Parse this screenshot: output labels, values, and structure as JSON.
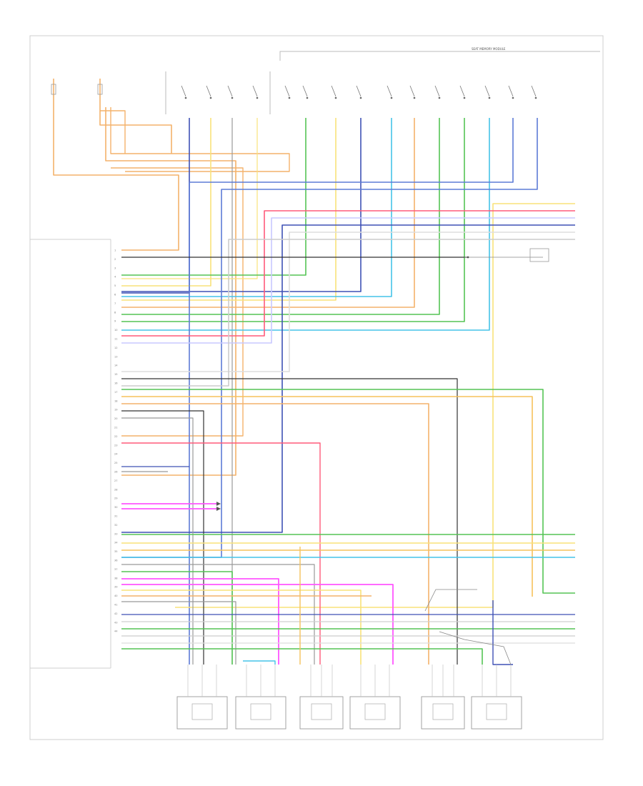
{
  "diagram": {
    "header_label": "SEAT MEMORY MODULE",
    "page_ref": "",
    "module_label": [
      "",
      ""
    ],
    "top_left_labels": [
      "",
      "",
      "",
      "",
      "",
      ""
    ],
    "top_switch_labels": [
      "",
      "",
      "",
      "",
      "",
      "",
      "",
      ""
    ],
    "module_pins": [
      {
        "label": "",
        "num": "1",
        "color": "#f4b26b"
      },
      {
        "label": "",
        "num": "2",
        "color": "#333333"
      },
      {
        "label": "",
        "num": "3",
        "color": "#4caf50"
      },
      {
        "label": "",
        "num": "4",
        "color": "#e7d36b"
      },
      {
        "label": "",
        "num": "5",
        "color": "#f0a24c"
      },
      {
        "label": "",
        "num": "6",
        "color": "#3f51b5"
      },
      {
        "label": "",
        "num": "7",
        "color": "#45c3e8"
      },
      {
        "label": "",
        "num": "8",
        "color": "#e0c060"
      },
      {
        "label": "",
        "num": "9",
        "color": "#55c455"
      },
      {
        "label": "",
        "num": "10",
        "color": "#aee04f"
      },
      {
        "label": "",
        "num": "11",
        "color": "#45c3e8"
      },
      {
        "label": "",
        "num": "12",
        "color": "#bbbbbb"
      },
      {
        "label": "",
        "num": "13",
        "color": "#f9e27a"
      },
      {
        "label": "",
        "num": "14",
        "color": "#bbbbbb"
      },
      {
        "label": "",
        "num": "15",
        "color": "#d0d0d0"
      },
      {
        "label": "",
        "num": "16",
        "color": "#999999"
      },
      {
        "label": "",
        "num": "17",
        "color": "#bbbbbb"
      },
      {
        "label": "",
        "num": "18",
        "color": "#c0c0c0"
      },
      {
        "label": "",
        "num": "19",
        "color": "#333333"
      },
      {
        "label": "",
        "num": "20",
        "color": "#4caf50"
      },
      {
        "label": "",
        "num": "21",
        "color": "#f6d27a"
      },
      {
        "label": "",
        "num": "22",
        "color": "#f4b26b"
      },
      {
        "label": "",
        "num": "23",
        "color": "#f4b26b"
      },
      {
        "label": "",
        "num": "24",
        "color": "#bbbbbb"
      },
      {
        "label": "",
        "num": "25",
        "color": "#f7a8a8"
      },
      {
        "label": "",
        "num": "26",
        "color": "#bbbbbb"
      },
      {
        "label": "",
        "num": "27",
        "color": "#3f51b5"
      },
      {
        "label": "",
        "num": "28",
        "color": "#f4b26b"
      },
      {
        "label": "",
        "num": "29",
        "color": "#ff55ff"
      },
      {
        "label": "",
        "num": "30",
        "color": "#ff55ff"
      },
      {
        "label": "",
        "num": "31",
        "color": "#55c455"
      },
      {
        "label": "",
        "num": "32",
        "color": "#3f51b5"
      },
      {
        "label": "",
        "num": "33",
        "color": "#f7a8a8"
      },
      {
        "label": "",
        "num": "34",
        "color": "#55c455"
      },
      {
        "label": "",
        "num": "35",
        "color": "#45c3e8"
      },
      {
        "label": "",
        "num": "36",
        "color": "#ff55ff"
      },
      {
        "label": "",
        "num": "37",
        "color": "#f9e27a"
      },
      {
        "label": "",
        "num": "38",
        "color": "#f4b26b"
      },
      {
        "label": "",
        "num": "39",
        "color": "#bbbbbb"
      },
      {
        "label": "",
        "num": "40",
        "color": "#3f51b5"
      },
      {
        "label": "",
        "num": "41",
        "color": "#f9e27a"
      },
      {
        "label": "",
        "num": "42",
        "color": "#55c455"
      },
      {
        "label": "",
        "num": "43",
        "color": "#55c455"
      },
      {
        "label": "",
        "num": "44",
        "color": "#45c3e8"
      }
    ],
    "right_labels_top": [
      "",
      "",
      "",
      "",
      "",
      ""
    ],
    "right_labels_mid": [
      "",
      "",
      "",
      ""
    ],
    "right_labels_low": [
      "",
      "",
      "",
      "",
      "",
      "",
      "",
      "",
      ""
    ],
    "bottom_components": [
      {
        "name": "",
        "sub": ""
      },
      {
        "name": "",
        "sub": ""
      },
      {
        "name": "",
        "sub": ""
      },
      {
        "name": "",
        "sub": ""
      },
      {
        "name": "",
        "sub": ""
      },
      {
        "name": "",
        "sub": ""
      }
    ],
    "callouts": [
      "",
      "",
      ""
    ],
    "colors": {
      "orange": "#f4b26b",
      "blue": "#3f51b5",
      "yellow": "#f9e27a",
      "green": "#55c455",
      "cyan": "#45c3e8",
      "red": "#ff5a7a",
      "pink": "#ff55ff",
      "gray": "#999999",
      "black": "#333333"
    }
  }
}
